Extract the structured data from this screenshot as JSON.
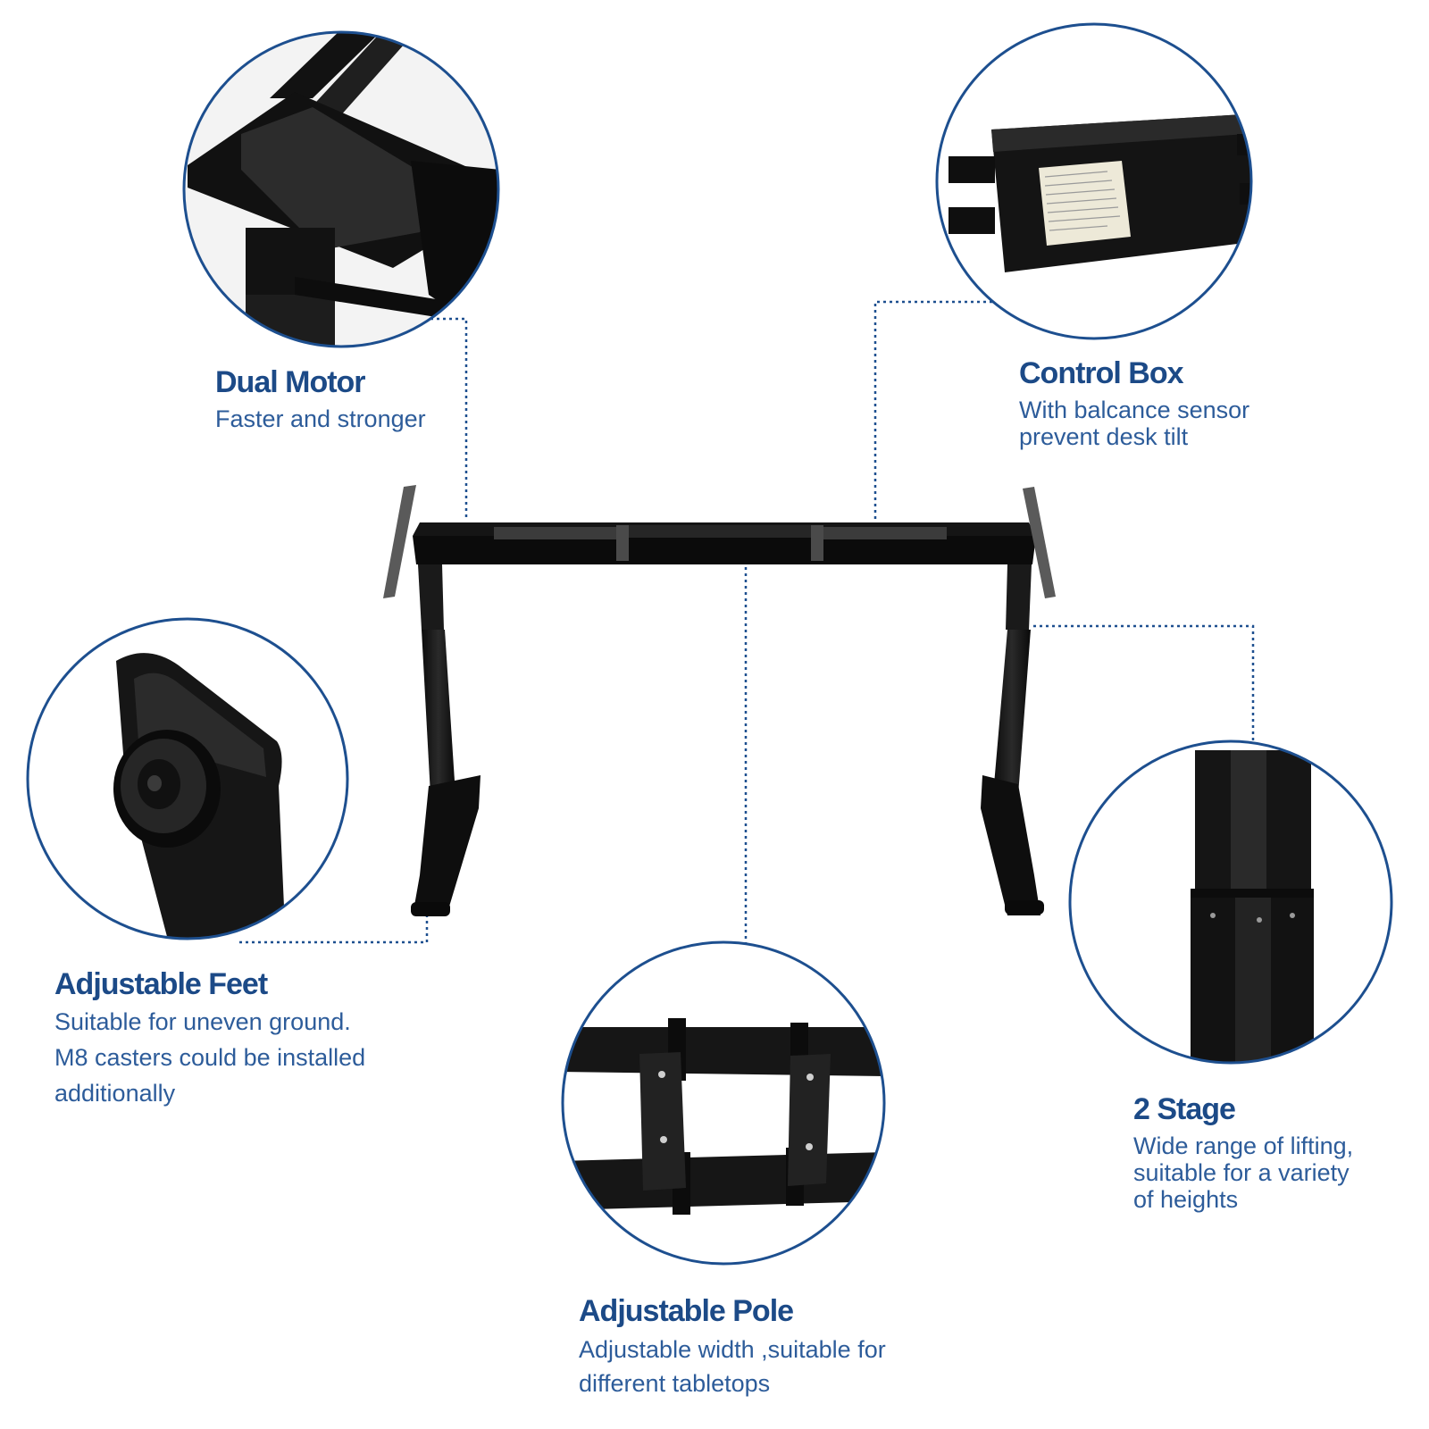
{
  "features": {
    "dual_motor": {
      "title": "Dual Motor",
      "description": "Faster and stronger"
    },
    "control_box": {
      "title": "Control Box",
      "description": "With balcance sensor\nprevent desk tilt"
    },
    "adjustable_feet": {
      "title": "Adjustable Feet",
      "description": "Suitable for uneven ground.\nM8 casters could be installed\nadditionally"
    },
    "two_stage": {
      "title": "2 Stage",
      "description": "Wide range of lifting,\nsuitable for a variety\nof heights"
    },
    "adjustable_pole": {
      "title": "Adjustable Pole",
      "description": "Adjustable width ,suitable for\ndifferent  tabletops"
    }
  },
  "colors": {
    "text": "#1c4a87",
    "circle_border": "#1d4f8f",
    "leader_line": "#1d4f8f",
    "frame": "#111111",
    "background": "#ffffff"
  },
  "icons": [
    "motor-detail",
    "control-box-detail",
    "adjustable-foot-detail",
    "two-stage-leg-detail",
    "crossbar-detail",
    "desk-frame"
  ]
}
